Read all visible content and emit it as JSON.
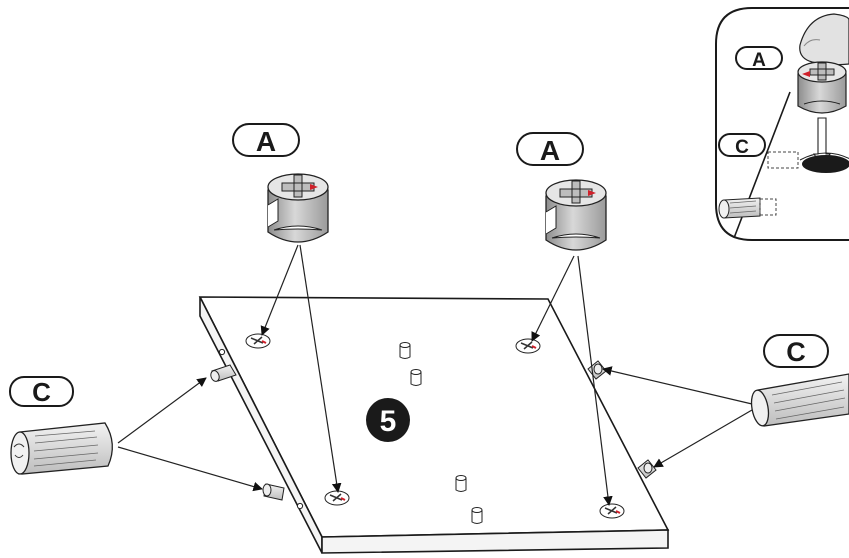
{
  "callouts": {
    "label_a": "A",
    "label_c": "C"
  },
  "step": {
    "number": "5"
  },
  "inset": {
    "label_a": "A",
    "label_c": "C"
  },
  "colors": {
    "ink": "#1a1a1a",
    "cam_body": "#c8c8c8",
    "cam_shadow": "#9a9a9a",
    "arrow_red": "#d0202a",
    "step_badge": "#1a1a1a"
  },
  "icons": [
    "cam-lock-icon",
    "wooden-dowel-icon",
    "finger-icon",
    "step-badge-icon"
  ]
}
